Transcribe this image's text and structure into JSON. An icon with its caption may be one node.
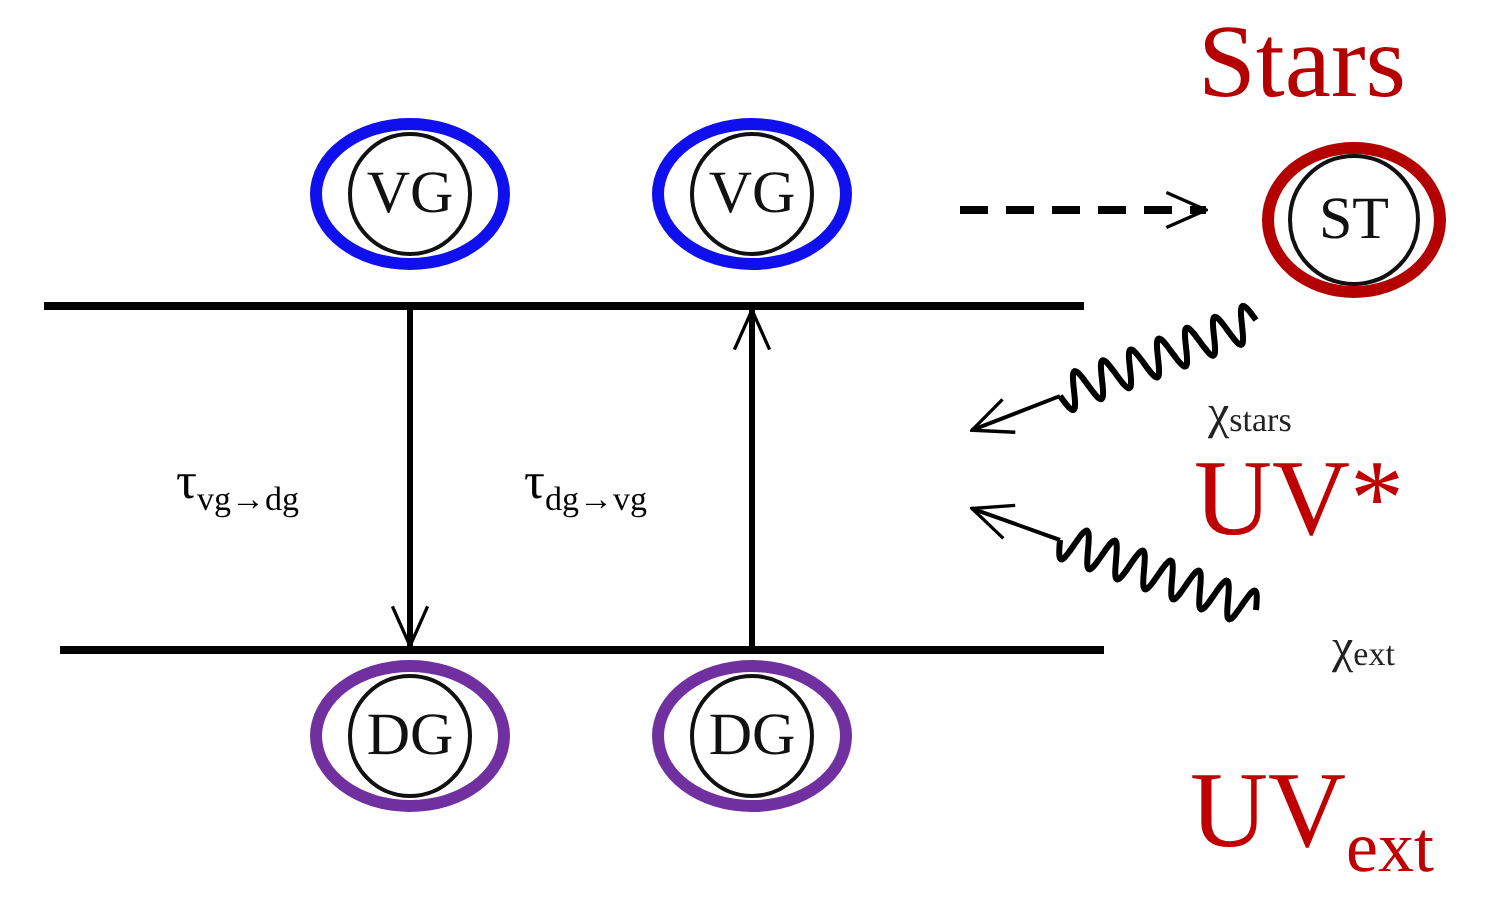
{
  "diagram": {
    "nodes": [
      {
        "text": [
          "VG"
        ]
      },
      {
        "text": [
          "VG"
        ]
      },
      {
        "text": [
          "ST"
        ],
        "beside": [
          "Stars"
        ]
      },
      {
        "text": [],
        "shape": "bar"
      },
      {
        "text": [],
        "shape": "bar"
      },
      {
        "text": [
          "DG"
        ]
      },
      {
        "text": [
          "DG"
        ]
      }
    ],
    "edges": [
      {
        "from": 3,
        "to": 4,
        "arrow": "to",
        "label": "τ$_{vg→dg}$"
      },
      {
        "from": 4,
        "to": 3,
        "arrow": "to",
        "label": "τ$_{dg→vg}$"
      },
      {
        "from": null,
        "to": 2,
        "arrow": "to",
        "style": "dashed"
      }
    ],
    "labels": [
      "χ$_{stars}$",
      "UV*",
      "χ$_{ext}$",
      "UV$_{ext}$"
    ]
  }
}
